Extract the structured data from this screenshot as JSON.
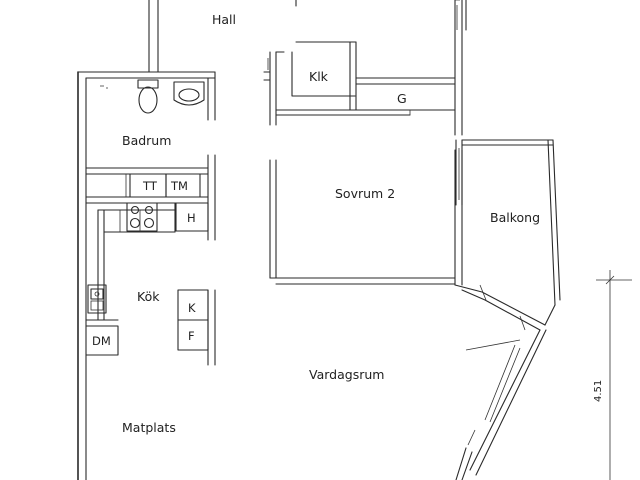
{
  "rooms": {
    "hall": "Hall",
    "klk": "Klk",
    "g": "G",
    "badrum": "Badrum",
    "tt": "TT",
    "tm": "TM",
    "h": "H",
    "sovrum2": "Sovrum 2",
    "balkong": "Balkong",
    "kok": "Kök",
    "k": "K",
    "f": "F",
    "dm": "DM",
    "vardagsrum": "Vardagsrum",
    "matplats": "Matplats"
  },
  "dimensions": {
    "balkong_length": "4.51"
  }
}
